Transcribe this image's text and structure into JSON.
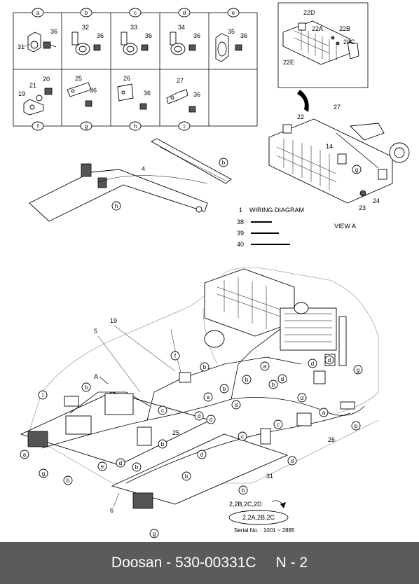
{
  "grid_letters_top": [
    "a",
    "b",
    "c",
    "d",
    "e"
  ],
  "grid_letters_bottom": [
    "f",
    "g",
    "h",
    "i"
  ],
  "part_numbers": {
    "p31": "31",
    "p32": "32",
    "p33": "33",
    "p34": "34",
    "p35": "35",
    "p36": "36",
    "p20": "20",
    "p21": "21",
    "p19": "19",
    "p25": "25",
    "p26": "26",
    "p27": "27",
    "p22": "22",
    "p22A": "22A",
    "p22B": "22B",
    "p22C": "22C",
    "p22D": "22D",
    "p22E": "22E",
    "p14": "14",
    "p23": "23",
    "p24": "24",
    "p4": "4",
    "p5": "5",
    "p6": "6",
    "p1": "1",
    "p38": "38",
    "p39": "39",
    "p40": "40"
  },
  "callouts": {
    "a": "a",
    "b": "b",
    "c": "c",
    "d": "d",
    "e": "e",
    "f": "f",
    "g": "g",
    "h": "h",
    "i": "i",
    "A": "A"
  },
  "labels": {
    "wiring_diagram": "WIRING DIAGRAM",
    "view_a": "VIEW  A",
    "subassembly_1": "2,2B,2C,2D",
    "subassembly_2": "2,2A,2B,2C",
    "serial": "Serial No. : 1001 ~ 2885"
  },
  "footer": {
    "brand": "Doosan",
    "part_code": "530-00331C",
    "page": "N - 2"
  }
}
